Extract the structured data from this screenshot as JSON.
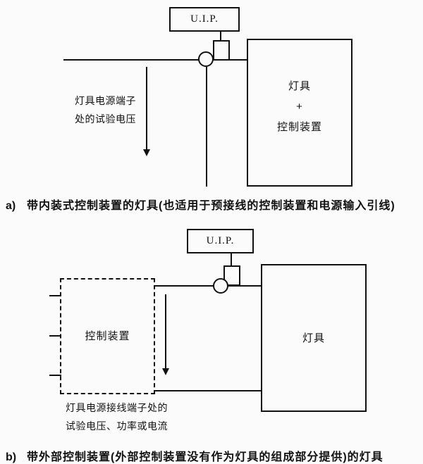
{
  "diagram_a": {
    "uip_label": "U.I.P.",
    "box_line1": "灯具",
    "box_line2": "+",
    "box_line3": "控制装置",
    "annotation_line1": "灯具电源端子",
    "annotation_line2": "处的试验电压",
    "caption_prefix": "a)",
    "caption_text": "带内装式控制装置的灯具(也适用于预接线的控制装置和电源输入引线)"
  },
  "diagram_b": {
    "uip_label": "U.I.P.",
    "control_box_label": "控制装置",
    "luminaire_box_label": "灯具",
    "annotation_line1": "灯具电源接线端子处的",
    "annotation_line2": "试验电压、功率或电流",
    "caption_prefix": "b)",
    "caption_text": "带外部控制装置(外部控制装置没有作为灯具的组成部分提供)的灯具"
  },
  "colors": {
    "line": "#111111",
    "background": "#fbfbfb"
  }
}
